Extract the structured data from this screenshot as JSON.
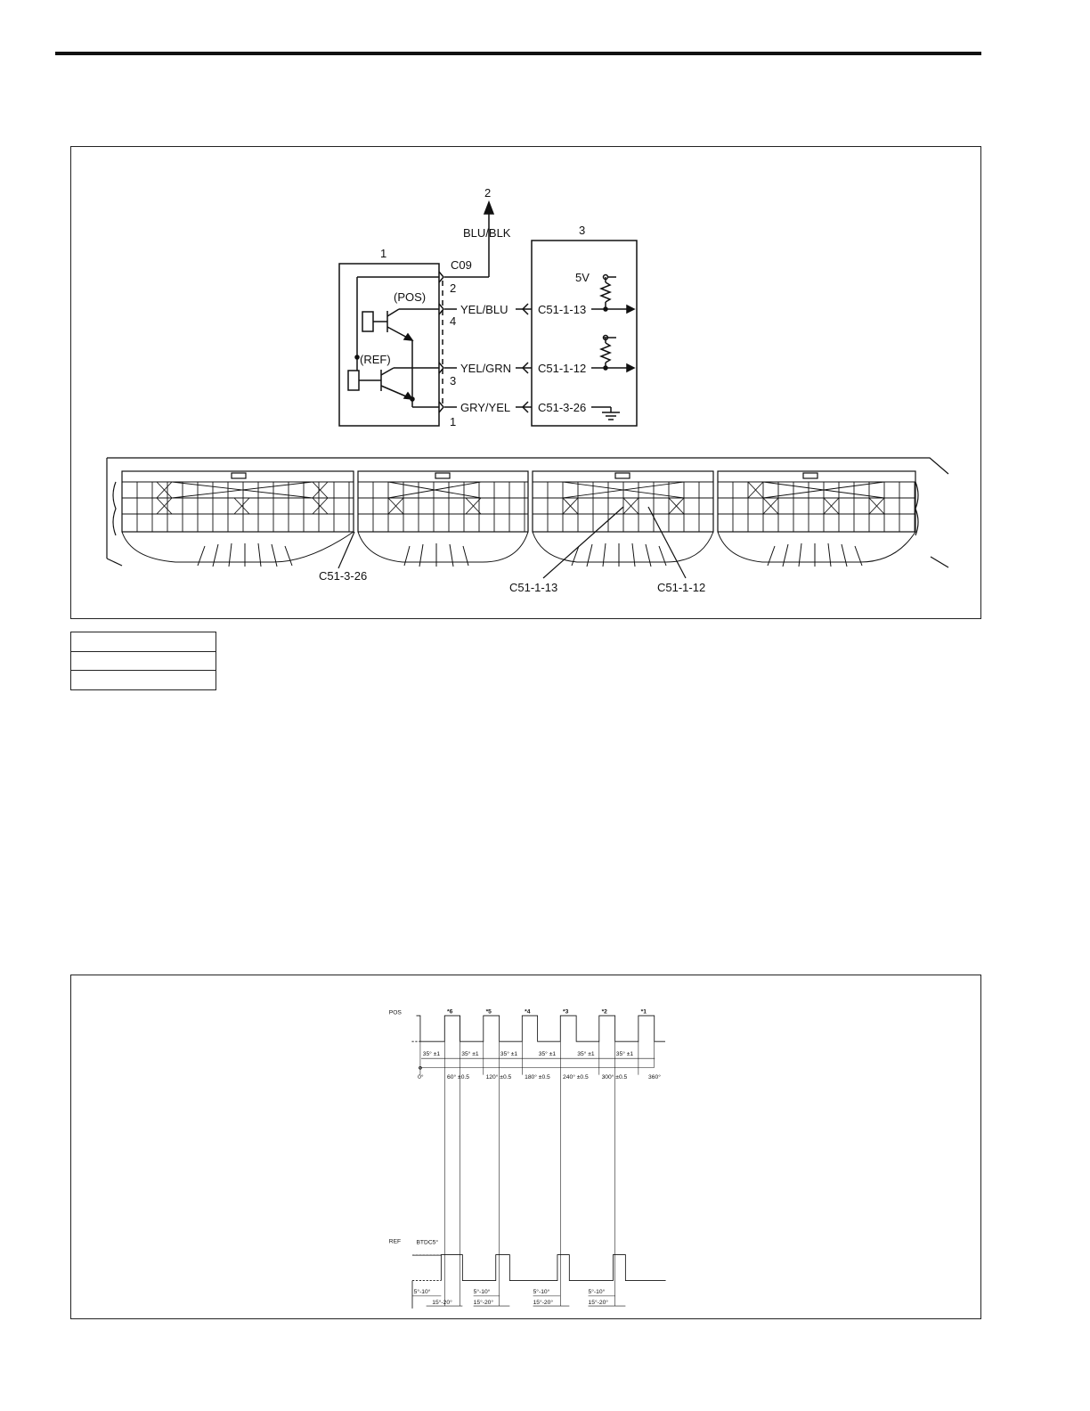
{
  "wiring": {
    "labels": {
      "ref_2": "2",
      "wire_blu_blk": "BLU/BLK",
      "ref_3": "3",
      "ref_1": "1",
      "conn_c09": "C09",
      "pin_2": "2",
      "pos": "(POS)",
      "wire_yel_blu": "YEL/BLU",
      "term_c51_1_13": "C51-1-13",
      "pin_4": "4",
      "v5": "5V",
      "ref": "(REF)",
      "wire_yel_grn": "YEL/GRN",
      "term_c51_1_12": "C51-1-12",
      "pin_3": "3",
      "wire_gry_yel": "GRY/YEL",
      "term_c51_3_26": "C51-3-26",
      "pin_1": "1"
    },
    "connector_callouts": {
      "c51_3_26": "C51-3-26",
      "c51_1_13": "C51-1-13",
      "c51_1_12": "C51-1-12"
    }
  },
  "legend": {
    "rows": [
      "",
      "",
      ""
    ]
  },
  "waveform": {
    "pos_label": "POS",
    "ref_label": "REF",
    "cylinders": [
      "*6",
      "*5",
      "*4",
      "*3",
      "*2",
      "*1"
    ],
    "pos_width": "35°",
    "pos_tol": "±1",
    "angles": [
      "0°",
      "60°",
      "120°",
      "180°",
      "240°",
      "300°",
      "360°"
    ],
    "angle_tol": "±0.5",
    "btdc": "BTDC5°",
    "ref_short": "5°-10°",
    "ref_long": "15°-20°"
  }
}
